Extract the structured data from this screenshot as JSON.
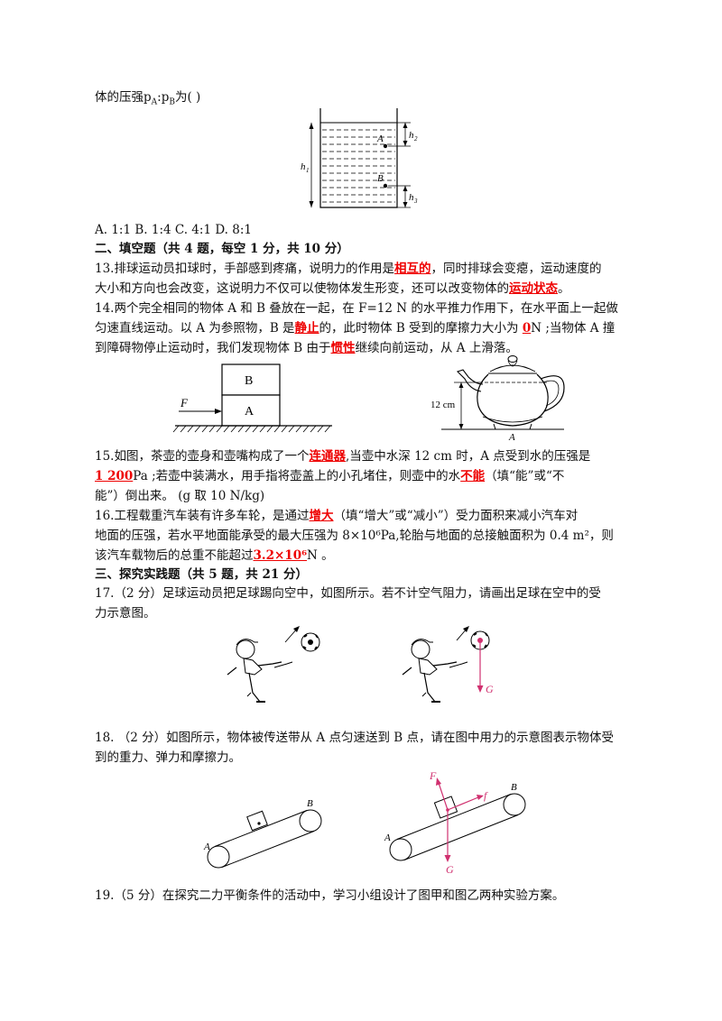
{
  "q12": {
    "line1": "体的压强p",
    "sub_a": "A",
    "colon": ":p",
    "sub_b": "B",
    "line1_end": "为(        )",
    "options": "A. 1:1     B. 1:4     C. 4:1     D. 8:1",
    "fig_labels": {
      "h1": "h",
      "h1_sub": "1",
      "h2": "h",
      "h2_sub": "2",
      "h3": "h",
      "h3_sub": "3",
      "A": "A",
      "B": "B"
    }
  },
  "section2": {
    "title": "二、填空题（共 4 题，每空 1 分，共 10 分）"
  },
  "q13": {
    "l1_a": "13.排球运动员扣球时，手部感到疼痛，说明力的作用是",
    "ans1": "相互的",
    "l1_b": "，同时排球会变瘪，运动速度的",
    "l2_a": "大小和方向也会改变，这说明力不仅可以使物体发生形变，还可以改变物体的",
    "ans2": "运动状态",
    "l2_b": "。"
  },
  "q14": {
    "l1": "14.两个完全相同的物体 A 和 B 叠放在一起，在 F=12 N 的水平推力作用下，在水平面上一起做",
    "l2_a": "匀速直线运动。以 A 为参照物，B 是",
    "ans1": "静止",
    "l2_b": "的，此时物体 B 受到的摩擦力大小为 ",
    "ans2": "0",
    "l2_c": "N ;当物体 A 撞",
    "l3_a": "到障碍物停止运动时，我们发现物体 B 由于",
    "ans3": "惯性",
    "l3_b": "继续向前运动，从 A 上滑落。",
    "fig_labels": {
      "B": "B",
      "A": "A",
      "F": "F",
      "depth": "12 cm",
      "pot_A": "A"
    }
  },
  "q15": {
    "l1_a": "15.如图，茶壶的壶身和壶嘴构成了一个",
    "ans1": "连通器",
    "l1_b": ",当壶中水深 12 cm  时，A 点受到水的压强是",
    "ans2": "1 200",
    "l2_a": "Pa ;若壶中装满水，用手指将壶盖上的小孔堵住，则壶中的水",
    "ans3": "不能",
    "l2_b": "（填“能”或“不",
    "l3": "能”）倒出来。 (g 取 10 N/kg)"
  },
  "q16": {
    "l1_a": "16.工程载重汽车装有许多车轮，是通过",
    "ans1": "增大",
    "l1_b": "（填“增大”或“减小”）受力面积来减小汽车对",
    "l2": "地面的压强，若水平地面能承受的最大压强为 8×10⁶Pa,轮胎与地面的总接触面积为 0.4 m²，则",
    "l3_a": "该汽车载物后的总重不能超过",
    "ans2": "3.2×10⁶",
    "l3_b": "N  。"
  },
  "section3": {
    "title": "三、探究实践题（共 5 题，共 21 分）"
  },
  "q17": {
    "l1": "17.（2 分）足球运动员把足球踢向空中，如图所示。若不计空气阻力，请画出足球在空中的受",
    "l2": "力示意图。",
    "fig_label_g": "G"
  },
  "q18": {
    "l1": "18. （2 分）如图所示，物体被传送带从 A 点匀速送到 B  点，请在图中用力的示意图表示物体受",
    "l2": "到的重力、弹力和摩擦力。",
    "fig_labels": {
      "A": "A",
      "B": "B",
      "F": "F",
      "f": "f",
      "G": "G"
    }
  },
  "q19": {
    "l1": "19.（5 分）在探究二力平衡条件的活动中，学习小组设计了图甲和图乙两种实验方案。"
  },
  "colors": {
    "answer": "#e00000",
    "diagram_force": "#d0306f"
  }
}
